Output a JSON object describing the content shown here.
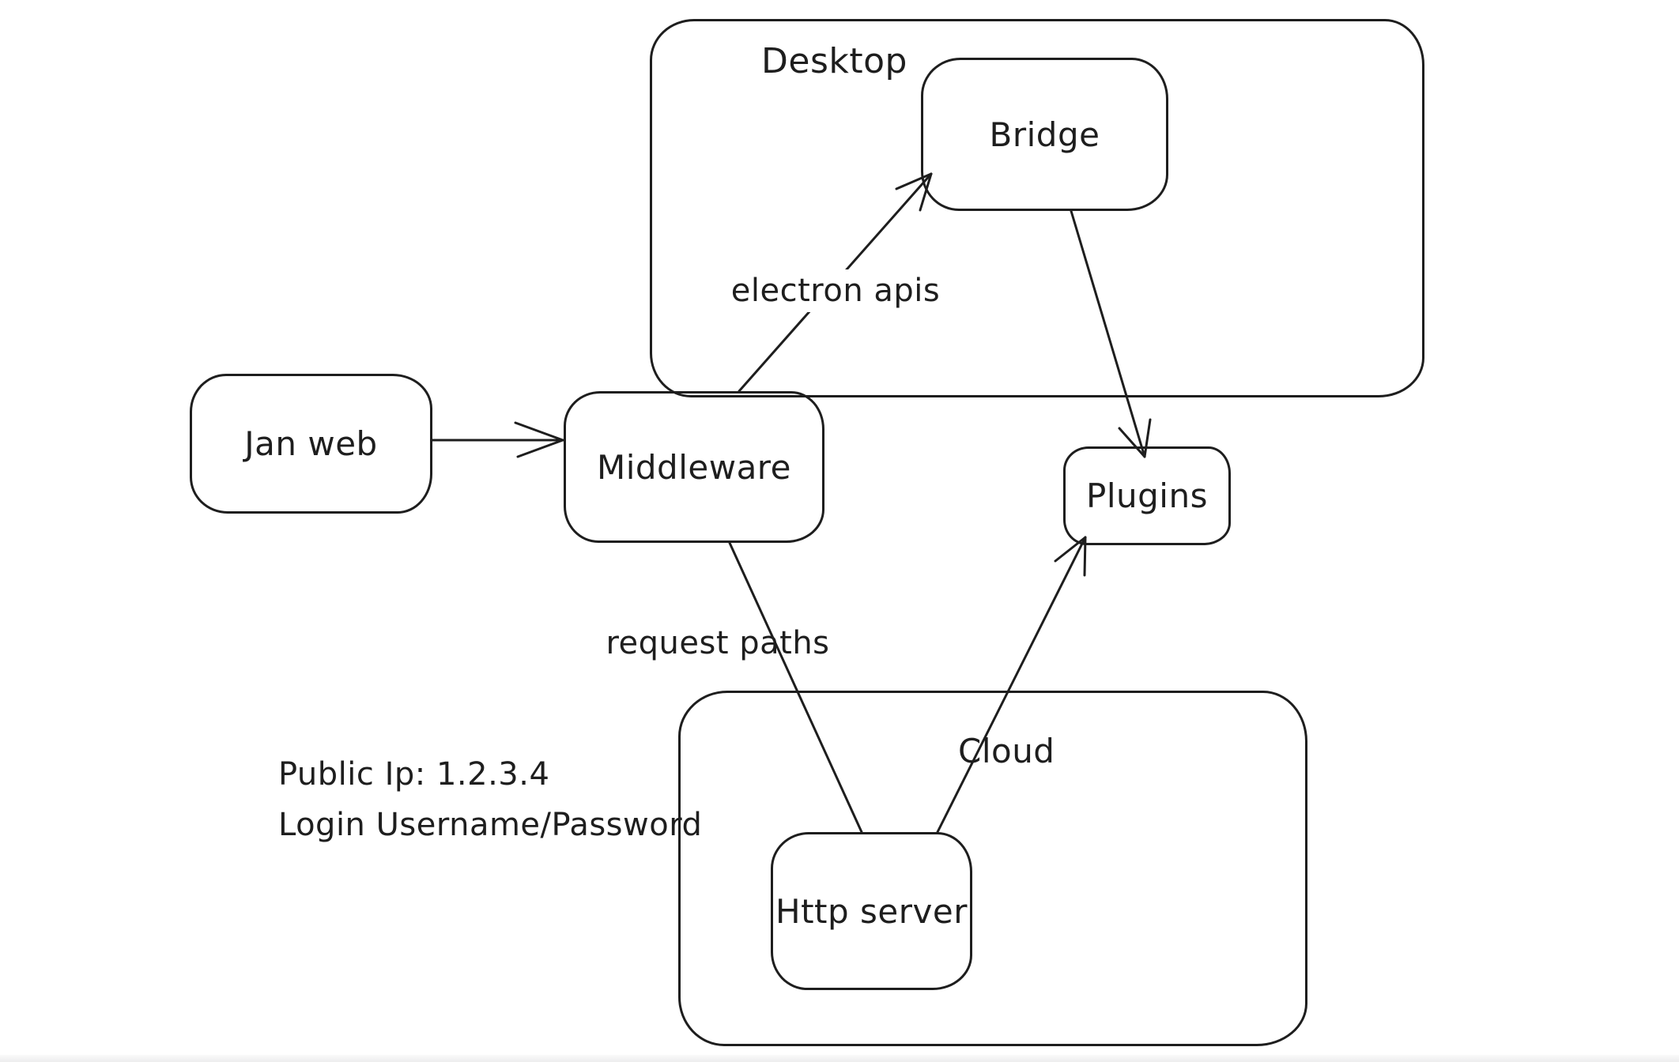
{
  "colors": {
    "stroke": "#1e1e1e",
    "background": "#ffffff"
  },
  "containers": [
    {
      "id": "desktop",
      "label": "Desktop"
    },
    {
      "id": "cloud",
      "label": "Cloud"
    }
  ],
  "nodes": [
    {
      "id": "jan-web",
      "label": "Jan web"
    },
    {
      "id": "middleware",
      "label": "Middleware"
    },
    {
      "id": "bridge",
      "label": "Bridge"
    },
    {
      "id": "plugins",
      "label": "Plugins"
    },
    {
      "id": "http-server",
      "label": "Http server"
    }
  ],
  "edges": [
    {
      "from": "jan-web",
      "to": "middleware",
      "label": "",
      "arrowhead": "open-chevron"
    },
    {
      "from": "middleware",
      "to": "bridge",
      "label": "electron apis",
      "arrowhead": "barbs"
    },
    {
      "from": "bridge",
      "to": "plugins",
      "label": "",
      "arrowhead": "barbs"
    },
    {
      "from": "middleware",
      "to": "http-server",
      "label": "request paths",
      "arrowhead": "none"
    },
    {
      "from": "http-server",
      "to": "plugins",
      "label": "",
      "arrowhead": "barbs"
    }
  ],
  "annotations": {
    "public_ip": "Public Ip: 1.2.3.4",
    "login": "Login Username/Password"
  }
}
